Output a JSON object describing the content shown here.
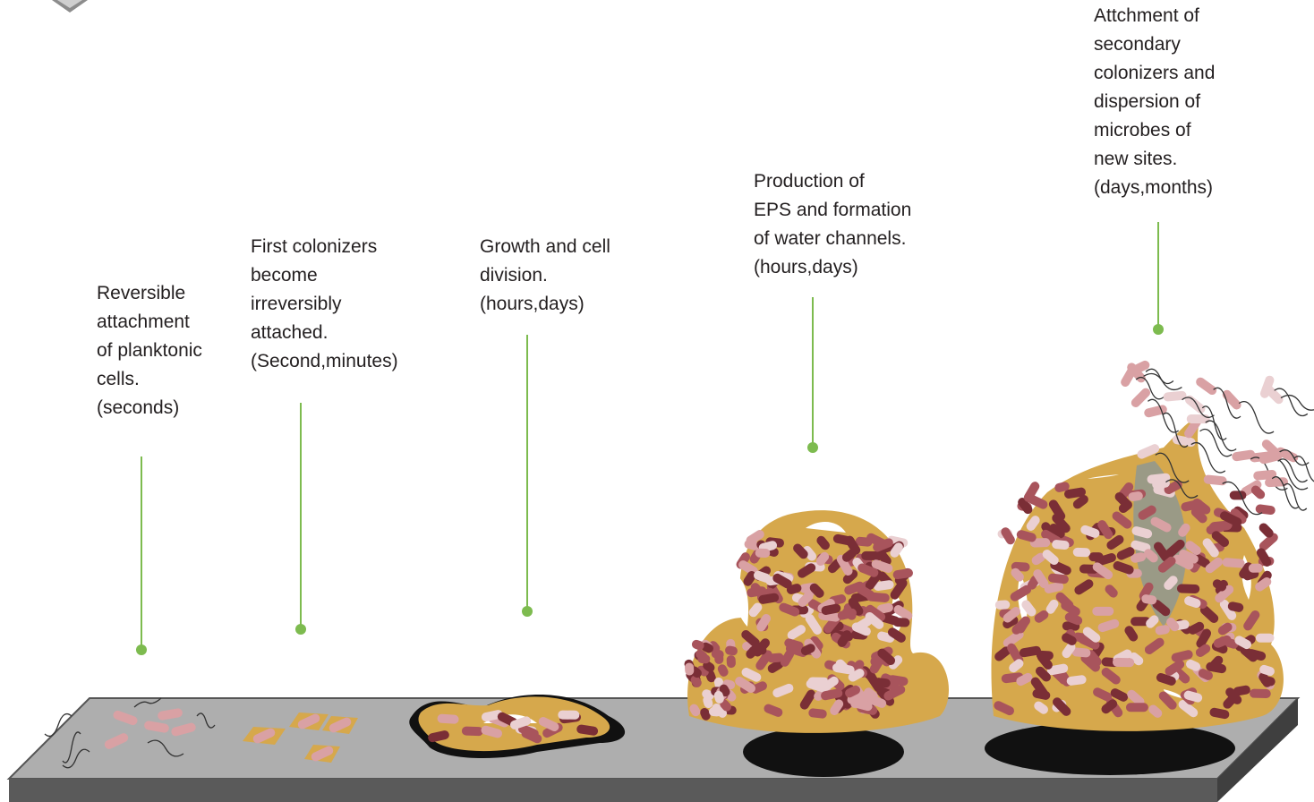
{
  "stages": [
    {
      "label_lines": [
        "Reversible",
        "attachment",
        "of planktonic",
        "cells.",
        "(seconds)"
      ]
    },
    {
      "label_lines": [
        "First colonizers",
        "become",
        "irreversibly",
        "attached.",
        "(Second,minutes)"
      ]
    },
    {
      "label_lines": [
        "Growth and cell",
        "division.",
        "(hours,days)"
      ]
    },
    {
      "label_lines": [
        "Production of",
        "EPS and formation",
        "of water channels.",
        "(hours,days)"
      ]
    },
    {
      "label_lines": [
        "Attchment of",
        "secondary",
        "colonizers and",
        "dispersion of",
        "microbes of",
        "new sites.",
        "(days,months)"
      ]
    }
  ],
  "colors": {
    "pointer": "#7dbb4f",
    "surface_top": "#aeaeae",
    "surface_front": "#595959",
    "matrix": "#d6a84c",
    "matrix_dark": "#b5822e",
    "cell_pink": "#d9a1a4",
    "cell_dark": "#7a2e36",
    "cell_mid": "#a8545c",
    "cell_light": "#ead0d2",
    "shadow": "#111111"
  }
}
